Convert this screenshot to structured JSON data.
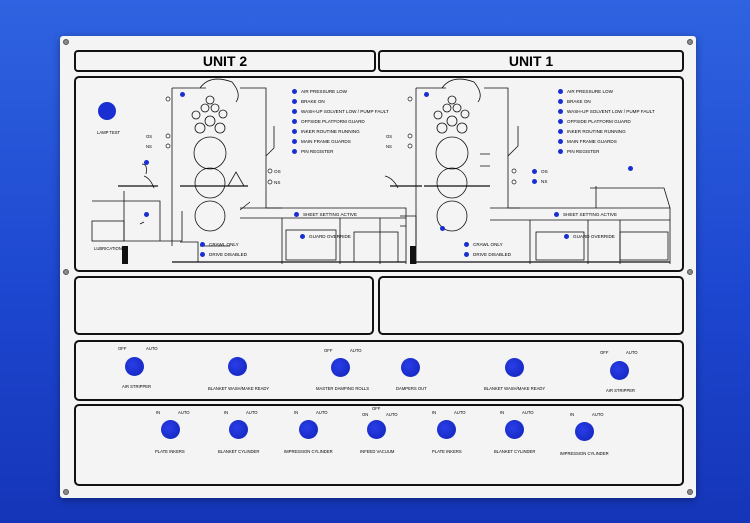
{
  "colors": {
    "background": "#1f47cf",
    "plate": "#f4f4f4",
    "indicator": "#1a2fd1",
    "line": "#111111"
  },
  "units": [
    {
      "title": "UNIT 2",
      "lamp_test": "LAMP TEST",
      "lubrication": "LUBRICATION",
      "indicators": [
        "AIR PRESSURE LOW",
        "BRAKE ON",
        "WASH-UP SOLVENT LOW / PUMP FAULT",
        "OFFSIDE PLATFORM GUARD",
        "INKER ROUTINE RUNNING",
        "MAIN FRAME GUARDS",
        "PIN REGISTER"
      ],
      "left_labels": [
        "OS",
        "NS"
      ],
      "side_labels": [
        "OS",
        "NS"
      ],
      "sheet_setting": "SHEET SETTING ACTIVE",
      "guard_override": "GUARD OVERRIDE",
      "crawl_only": "CRAWL ONLY",
      "drive_disabled": "DRIVE DISABLED"
    },
    {
      "title": "UNIT 1",
      "indicators": [
        "AIR PRESSURE LOW",
        "BRAKE ON",
        "WASH-UP SOLVENT LOW / PUMP FAULT",
        "OFFSIDE PLATFORM GUARD",
        "INKER ROUTINE RUNNING",
        "MAIN FRAME GUARDS",
        "PIN REGISTER"
      ],
      "left_labels": [
        "OS",
        "NS"
      ],
      "side_labels": [
        "OS",
        "NS"
      ],
      "sheet_setting": "SHEET SETTING ACTIVE",
      "guard_override": "GUARD OVERRIDE",
      "crawl_only": "CRAWL ONLY",
      "drive_disabled": "DRIVE DISABLED"
    }
  ],
  "switch_row_1": [
    {
      "name": "AIR STRIPPER",
      "off": "OFF",
      "auto": "AUTO"
    },
    {
      "name": "BLANKET WASH/MAKE READY"
    },
    {
      "name": "MASTER DAMPING ROLLS",
      "off": "OFF",
      "auto": "AUTO"
    },
    {
      "name": "DAMPERS OUT"
    },
    {
      "name": "BLANKET WASH/MAKE READY"
    },
    {
      "name": "AIR STRIPPER",
      "off": "OFF",
      "auto": "AUTO"
    }
  ],
  "switch_row_2": [
    {
      "name": "PLATE INKERS",
      "in": "IN",
      "auto": "AUTO"
    },
    {
      "name": "BLANKET CYLINDER",
      "in": "IN",
      "auto": "AUTO"
    },
    {
      "name": "IMPRESSION CYLINDER",
      "in": "IN",
      "auto": "AUTO"
    },
    {
      "name": "INFEED VACUUM",
      "off": "OFF",
      "on": "ON",
      "auto": "AUTO"
    },
    {
      "name": "PLATE INKERS",
      "in": "IN",
      "auto": "AUTO"
    },
    {
      "name": "BLANKET CYLINDER",
      "in": "IN",
      "auto": "AUTO"
    },
    {
      "name": "IMPRESSION CYLINDER",
      "in": "IN",
      "auto": "AUTO"
    }
  ]
}
